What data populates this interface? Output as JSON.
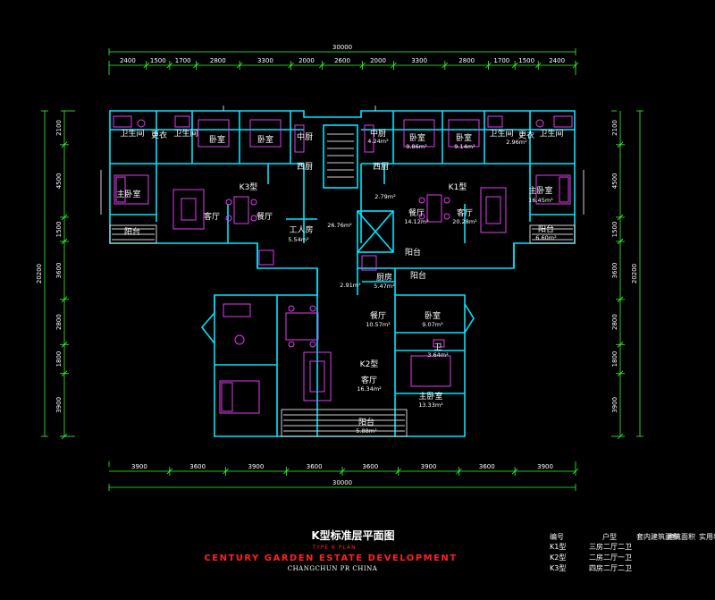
{
  "colors": {
    "background": "#000000",
    "wall": "#00e5ff",
    "dimension": "#32ff32",
    "furniture": "#e23cf0",
    "window": "#cfcfcf",
    "text": "#ffffff",
    "brand": "#ff2020"
  },
  "dimensions": {
    "top_segments": [
      "2400",
      "1500",
      "1700",
      "2800",
      "3300",
      "2000",
      "2600",
      "2000",
      "3300",
      "2800",
      "1700",
      "1500",
      "2400"
    ],
    "top_total": "30000",
    "bottom_segments": [
      "3900",
      "3600",
      "3900",
      "3600",
      "3600",
      "3900",
      "3600",
      "3900"
    ],
    "bottom_total": "30000",
    "left_segments": [
      "2100",
      "4500",
      "1500",
      "3600",
      "2800",
      "1800",
      "3900"
    ],
    "left_total": "20200",
    "right_segments": [
      "2100",
      "4500",
      "1500",
      "3600",
      "2800",
      "1800",
      "3900"
    ],
    "right_total": "20200"
  },
  "rooms": {
    "k3_type": "K3型",
    "k1_type": "K1型",
    "k2_type": "K2型",
    "bath_l1": "卫生间",
    "closet_l": "更衣",
    "bath_l2": "卫生间",
    "bed_l1": "卧室",
    "bed_l2": "卧室",
    "kitchen_l": "中厨",
    "kitchen_west_l": "西厨",
    "master_l": "主卧室",
    "living_l": "客厅",
    "dining_l": "餐厅",
    "balcony_l": "阳台",
    "servant": "工人房",
    "servant_area": "5.54m²",
    "hall_area": "26.76m²",
    "corridor_area": "2.79m²",
    "kitchen_r": "中厨",
    "kitchen_r_area": "4.24m²",
    "bed_r1": "卧室",
    "bed_r1_area": "9.86m²",
    "bed_r2": "卧室",
    "bed_r2_area": "9.14m²",
    "bath_r1": "卫生间",
    "closet_r": "更衣",
    "closet_r_area": "2.96m²",
    "bath_r2": "卫生间",
    "kitchen_west_r": "西厨",
    "master_r": "主卧室",
    "master_r_area": "16.45m²",
    "dining_r": "餐厅",
    "dining_r_area": "14.12m²",
    "living_r": "客厅",
    "living_r_area": "20.28m²",
    "balcony_r": "阳台",
    "balcony_r_area": "6.60m²",
    "balcony_k2_top": "阳台",
    "kitchen_k2": "厨房",
    "kitchen_k2_area": "5.47m²",
    "balcony_k2_small": "阳台",
    "entry_area": "2.91m²",
    "dining_k2": "餐厅",
    "dining_k2_area": "10.57m²",
    "bed_k2": "卧室",
    "bed_k2_area": "9.07m²",
    "bath_k2": "卫",
    "bath_k2_area": "3.64m²",
    "living_k2": "客厅",
    "living_k2_area": "16.34m²",
    "master_k2": "主卧室",
    "master_k2_area": "13.33m²",
    "balcony_k2": "阳台",
    "balcony_k2_area": "5.88m²"
  },
  "title_block": {
    "title": "K型标准层平面图",
    "subtitle": "TYPE K PLAN",
    "brand": "CENTURY GARDEN ESTATE DEVELOPMENT",
    "location": "CHANGCHUN PR CHINA"
  },
  "unit_table": {
    "headers": [
      "编号",
      "户型",
      "套内建筑面积",
      "建筑面积",
      "实用率"
    ],
    "rows": [
      {
        "code": "K1型",
        "type": "三房二厅二卫"
      },
      {
        "code": "K2型",
        "type": "二房二厅一卫"
      },
      {
        "code": "K3型",
        "type": "四房二厅二卫"
      }
    ]
  }
}
